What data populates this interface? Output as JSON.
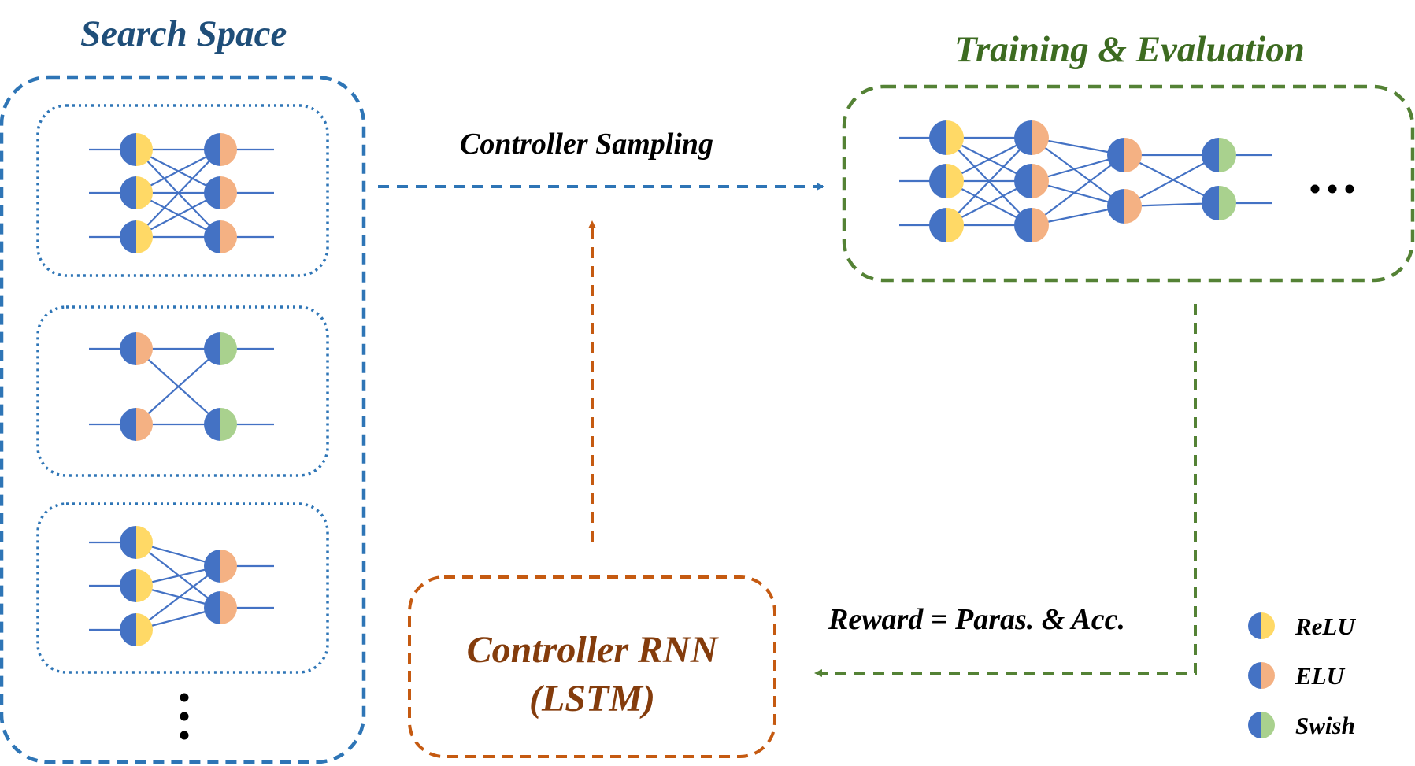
{
  "search_space": {
    "title": "Search Space",
    "ellipsis": "⋮",
    "candidates": [
      {
        "layers": [
          [
            "relu",
            "relu",
            "relu"
          ],
          [
            "elu",
            "elu",
            "elu"
          ]
        ]
      },
      {
        "layers": [
          [
            "elu",
            "elu"
          ],
          [
            "swish",
            "swish"
          ]
        ]
      },
      {
        "layers": [
          [
            "relu",
            "relu",
            "relu"
          ],
          [
            "elu",
            "elu"
          ]
        ]
      }
    ]
  },
  "training": {
    "title": "Training & Evaluation",
    "ellipsis": "•••",
    "network": {
      "layers": [
        [
          "relu",
          "relu",
          "relu"
        ],
        [
          "elu",
          "elu",
          "elu"
        ],
        [
          "elu",
          "elu"
        ],
        [
          "swish",
          "swish"
        ]
      ]
    }
  },
  "controller": {
    "line1": "Controller RNN",
    "line2": "(LSTM)"
  },
  "edges": {
    "sampling_label": "Controller Sampling",
    "reward_label": "Reward = Paras. & Acc."
  },
  "legend": [
    {
      "id": "relu",
      "label": "ReLU",
      "color": "#ffd966"
    },
    {
      "id": "elu",
      "label": "ELU",
      "color": "#f4b183"
    },
    {
      "id": "swish",
      "label": "Swish",
      "color": "#a9d18e"
    }
  ],
  "colors": {
    "node_left_half": "#4472c4",
    "connection": "#4472c4",
    "search_border": "#2e75b6",
    "train_border": "#548235",
    "controller_border": "#c55a11",
    "search_title": "#1f4e79",
    "train_title": "#3d6b21",
    "controller_text": "#843c0c"
  }
}
